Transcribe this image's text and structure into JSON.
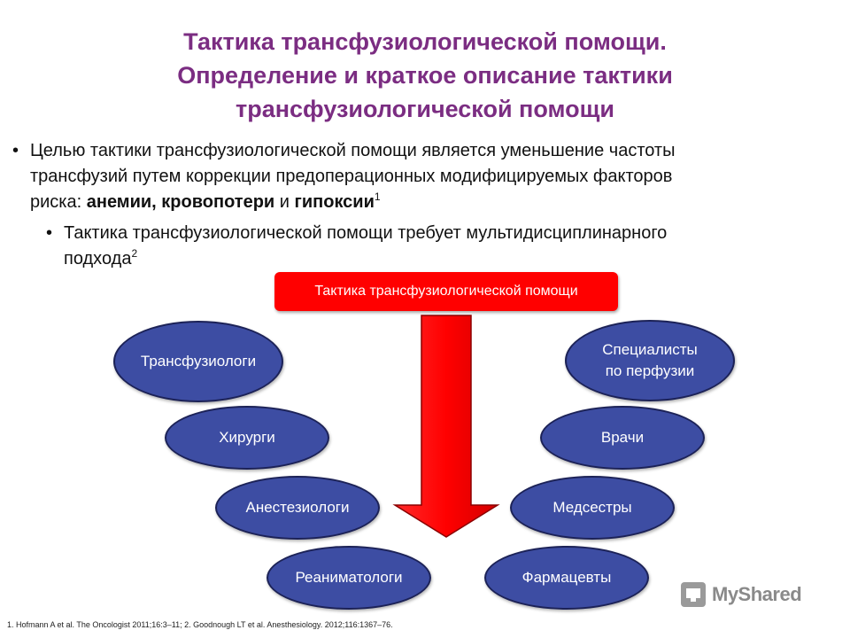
{
  "title": {
    "line1": "Тактика трансфузиологической помощи.",
    "line2": "Определение и краткое описание тактики",
    "line3": "трансфузиологической помощи"
  },
  "bullet1": {
    "line1": "Целью тактики трансфузиологической помощи является уменьшение частоты",
    "line2": "трансфузий путем коррекции предоперационных модифицируемых факторов",
    "line3_prefix": "риска: ",
    "bold1": "анемии, кровопотери",
    "conj": " и ",
    "bold2": "гипоксии",
    "sup": "1"
  },
  "bullet2": {
    "line1": "Тактика трансфузиологической помощи требует мультидисциплинарного",
    "line2": "подхода",
    "sup": "2"
  },
  "bullet_symbol": "•",
  "center_box": "Тактика трансфузиологической помощи",
  "left_nodes": [
    "Трансфузиологи",
    "Хирурги",
    "Анестезиологи",
    "Реаниматологи"
  ],
  "right_nodes": [
    "Специалисты\nпо перфузии",
    "Врачи",
    "Медсестры",
    "Фармацевты"
  ],
  "footnote": "1. Hofmann A et al. The Oncologist 2011;16:3–11; 2. Goodnough LT et al. Anesthesiology. 2012;116:1367–76.",
  "watermark": "MyShared",
  "colors": {
    "title": "#7b2d82",
    "red": "#ff0000",
    "node_fill": "#3d4da3",
    "node_border": "#1c2257"
  }
}
